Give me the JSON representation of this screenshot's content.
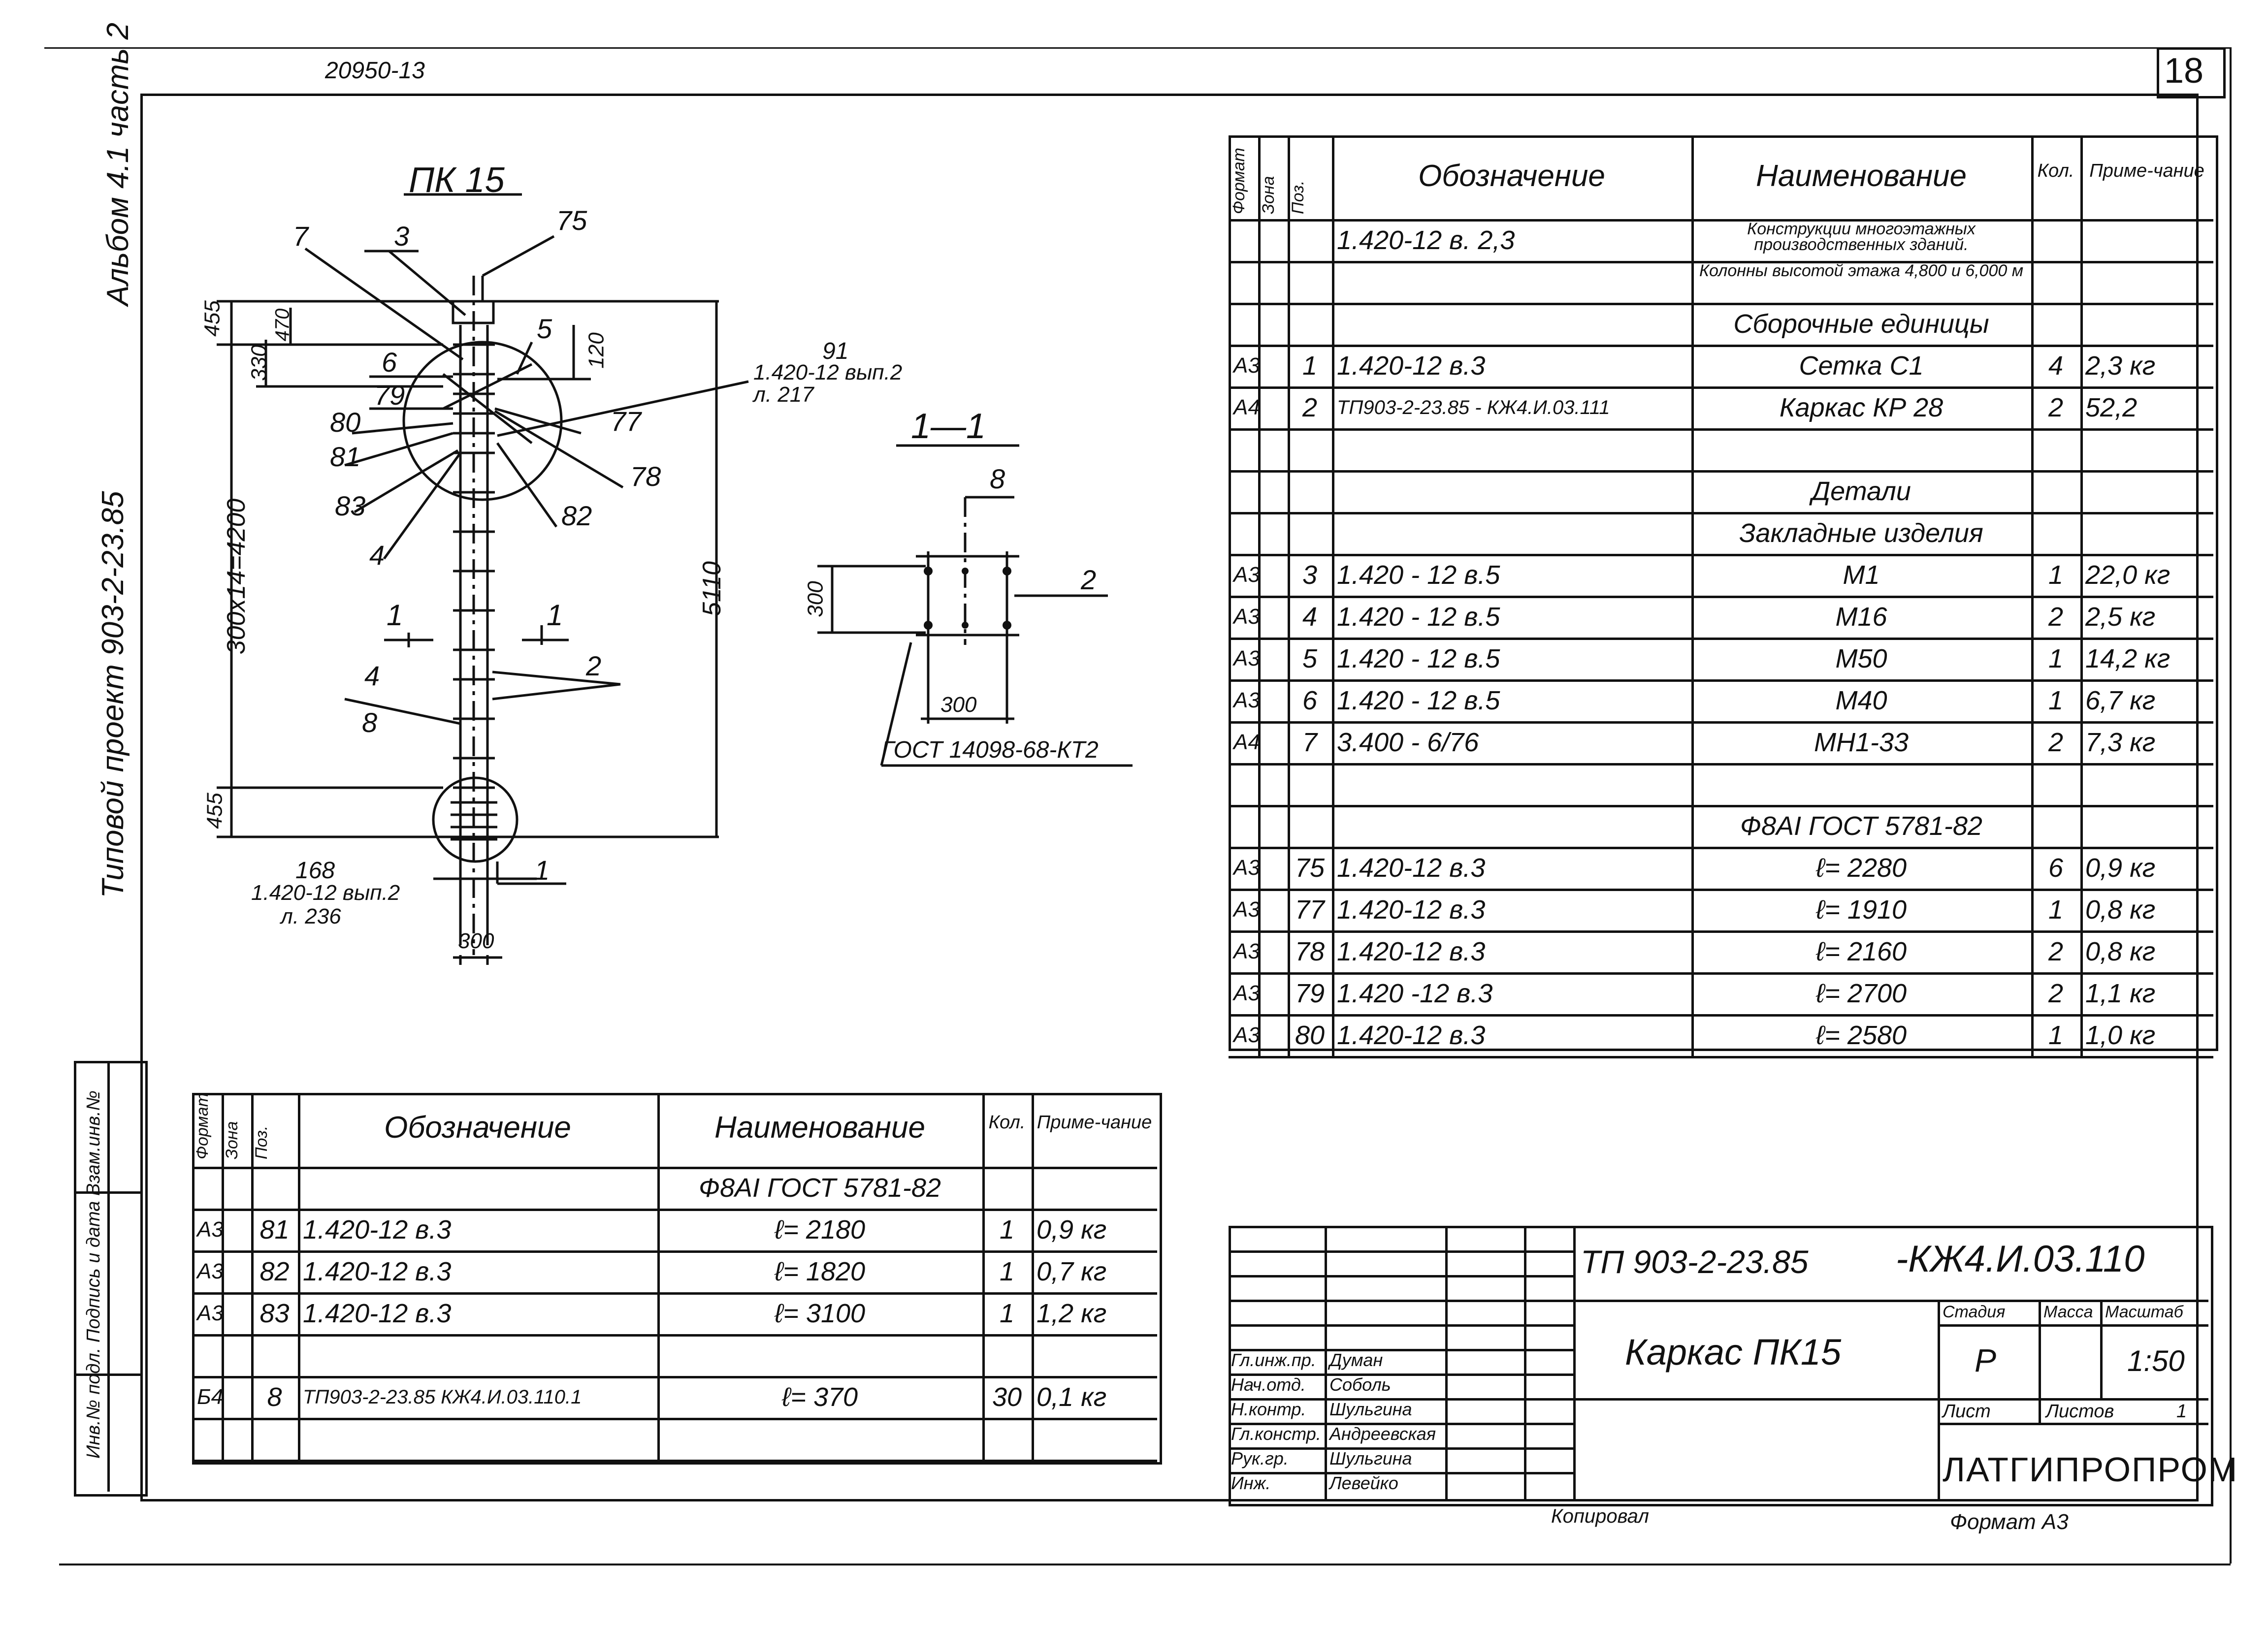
{
  "header": {
    "sheet_code": "20950-13",
    "sheet_number": "18"
  },
  "side_labels": {
    "album": "Альбом 4.1 часть 2",
    "project": "Типовой проект 903-2-23.85",
    "inventory": "Инв.№ подл. Подпись и дата Взам.инв.№"
  },
  "drawing": {
    "title": "ПК 15",
    "section_title": "1—1",
    "callouts": [
      "7",
      "3",
      "75",
      "5",
      "6",
      "79",
      "80",
      "81",
      "83",
      "4",
      "77",
      "78",
      "82",
      "2",
      "4",
      "8",
      "1"
    ],
    "section_marks": [
      "1",
      "1"
    ],
    "dims": {
      "top": "455",
      "second": "330",
      "third": "470",
      "fourth": "120",
      "middle": "300х14=4200",
      "bottom": "455",
      "total": "5110",
      "base": "300",
      "section_height": "300",
      "section_width": "300"
    },
    "ref_top_number": "91",
    "ref_top_doc": "1.420-12 вып.2",
    "ref_top_page": "л. 217",
    "ref_bottom_number": "168",
    "ref_bottom_doc": "1.420-12 вып.2",
    "ref_bottom_page": "л. 236",
    "section_callout_top": "8",
    "section_callout_side": "2",
    "gost_note": "ГОСТ 14098-68-КТ2"
  },
  "spec_headers": {
    "format": "Формат",
    "zone": "Зона",
    "pos": "Поз.",
    "designation": "Обозначение",
    "name": "Наименование",
    "qty": "Кол.",
    "note": "Приме-чание"
  },
  "spec_top": [
    {
      "f": "",
      "z": "",
      "p": "",
      "d": "1.420-12  в. 2,3",
      "n": "Конструкции многоэтажных производственных зданий.",
      "q": "",
      "note": ""
    },
    {
      "f": "",
      "z": "",
      "p": "",
      "d": "",
      "n": "Колонны высотой этажа 4,800 и 6,000 м",
      "q": "",
      "note": ""
    },
    {
      "f": "",
      "z": "",
      "p": "",
      "d": "",
      "n": "Сборочные единицы",
      "q": "",
      "note": ""
    },
    {
      "f": "А3",
      "z": "",
      "p": "1",
      "d": "1.420-12  в.3",
      "n": "Сетка С1",
      "q": "4",
      "note": "2,3 кг"
    },
    {
      "f": "А4",
      "z": "",
      "p": "2",
      "d": "ТП903-2-23.85 - КЖ4.И.03.111",
      "n": "Каркас КР 28",
      "q": "2",
      "note": "52,2"
    },
    {
      "f": "",
      "z": "",
      "p": "",
      "d": "",
      "n": "",
      "q": "",
      "note": ""
    },
    {
      "f": "",
      "z": "",
      "p": "",
      "d": "",
      "n": "Детали",
      "q": "",
      "note": ""
    },
    {
      "f": "",
      "z": "",
      "p": "",
      "d": "",
      "n": "Закладные изделия",
      "q": "",
      "note": ""
    },
    {
      "f": "А3",
      "z": "",
      "p": "3",
      "d": "1.420 - 12  в.5",
      "n": "М1",
      "q": "1",
      "note": "22,0 кг"
    },
    {
      "f": "А3",
      "z": "",
      "p": "4",
      "d": "1.420 - 12  в.5",
      "n": "М16",
      "q": "2",
      "note": "2,5 кг"
    },
    {
      "f": "А3",
      "z": "",
      "p": "5",
      "d": "1.420 - 12  в.5",
      "n": "М50",
      "q": "1",
      "note": "14,2 кг"
    },
    {
      "f": "А3",
      "z": "",
      "p": "6",
      "d": "1.420 - 12  в.5",
      "n": "М40",
      "q": "1",
      "note": "6,7 кг"
    },
    {
      "f": "А4",
      "z": "",
      "p": "7",
      "d": "3.400 - 6/76",
      "n": "МН1-33",
      "q": "2",
      "note": "7,3 кг"
    },
    {
      "f": "",
      "z": "",
      "p": "",
      "d": "",
      "n": "",
      "q": "",
      "note": ""
    },
    {
      "f": "",
      "z": "",
      "p": "",
      "d": "",
      "n": "Ф8АI  ГОСТ 5781-82",
      "q": "",
      "note": ""
    },
    {
      "f": "А3",
      "z": "",
      "p": "75",
      "d": "1.420-12  в.3",
      "n": "ℓ= 2280",
      "q": "6",
      "note": "0,9 кг"
    },
    {
      "f": "А3",
      "z": "",
      "p": "77",
      "d": "1.420-12  в.3",
      "n": "ℓ= 1910",
      "q": "1",
      "note": "0,8 кг"
    },
    {
      "f": "А3",
      "z": "",
      "p": "78",
      "d": "1.420-12  в.3",
      "n": "ℓ= 2160",
      "q": "2",
      "note": "0,8 кг"
    },
    {
      "f": "А3",
      "z": "",
      "p": "79",
      "d": "1.420 -12  в.3",
      "n": "ℓ= 2700",
      "q": "2",
      "note": "1,1 кг"
    },
    {
      "f": "А3",
      "z": "",
      "p": "80",
      "d": "1.420-12  в.3",
      "n": "ℓ= 2580",
      "q": "1",
      "note": "1,0 кг"
    }
  ],
  "spec_bottom": [
    {
      "f": "",
      "z": "",
      "p": "",
      "d": "",
      "n": "Ф8АI  ГОСТ 5781-82",
      "q": "",
      "note": ""
    },
    {
      "f": "А3",
      "z": "",
      "p": "81",
      "d": "1.420-12  в.3",
      "n": "ℓ= 2180",
      "q": "1",
      "note": "0,9 кг"
    },
    {
      "f": "А3",
      "z": "",
      "p": "82",
      "d": "1.420-12  в.3",
      "n": "ℓ= 1820",
      "q": "1",
      "note": "0,7 кг"
    },
    {
      "f": "А3",
      "z": "",
      "p": "83",
      "d": "1.420-12  в.3",
      "n": "ℓ= 3100",
      "q": "1",
      "note": "1,2 кг"
    },
    {
      "f": "",
      "z": "",
      "p": "",
      "d": "",
      "n": "",
      "q": "",
      "note": ""
    },
    {
      "f": "Б4",
      "z": "",
      "p": "8",
      "d": "ТП903-2-23.85  КЖ4.И.03.110.1",
      "n": "ℓ= 370",
      "q": "30",
      "note": "0,1 кг"
    },
    {
      "f": "",
      "z": "",
      "p": "",
      "d": "",
      "n": "",
      "q": "",
      "note": ""
    }
  ],
  "stamp": {
    "project_code": "ТП 903-2-23.85",
    "doc_code": "-КЖ4.И.03.110",
    "title": "Каркас ПК15",
    "stage_label": "Стадия",
    "mass_label": "Масса",
    "scale_label": "Масштаб",
    "stage": "Р",
    "scale": "1:50",
    "sheet_label": "Лист",
    "sheets_label": "Листов",
    "sheets_count": "1",
    "org": "ЛАТГИПРОПРОМ",
    "roles": [
      {
        "role": "Гл.инж.пр.",
        "name": "Думан"
      },
      {
        "role": "Нач.отд.",
        "name": "Соболь"
      },
      {
        "role": "Н.контр.",
        "name": "Шульгина"
      },
      {
        "role": "Гл.констр.",
        "name": "Андреевская"
      },
      {
        "role": "Рук.гр.",
        "name": "Шульгина"
      },
      {
        "role": "Инж.",
        "name": "Левейко"
      }
    ]
  },
  "footer": {
    "copied": "Копировал",
    "format": "Формат А3"
  }
}
